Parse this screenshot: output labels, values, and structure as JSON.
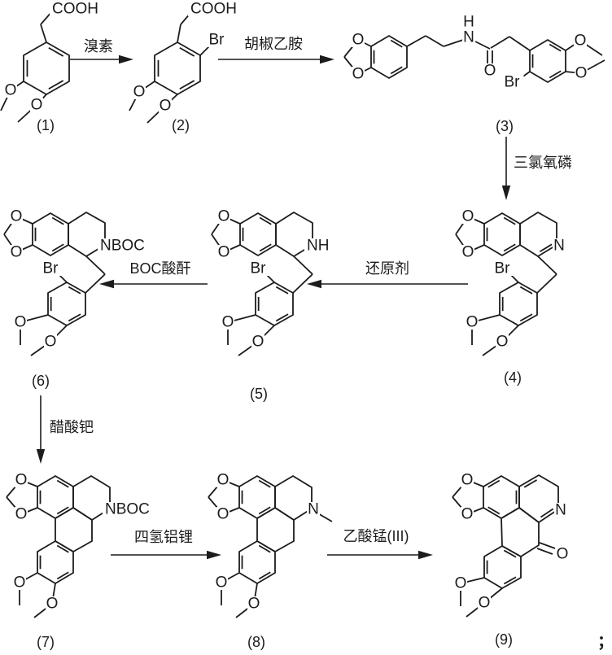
{
  "scheme": {
    "compounds": [
      {
        "id": "(1)",
        "atom_labels": [
          "COOH",
          "O",
          "O"
        ]
      },
      {
        "id": "(2)",
        "atom_labels": [
          "COOH",
          "Br",
          "O",
          "O"
        ]
      },
      {
        "id": "(3)",
        "atom_labels": [
          "O",
          "O",
          "H",
          "N",
          "O",
          "Br",
          "O",
          "O"
        ]
      },
      {
        "id": "(4)",
        "atom_labels": [
          "O",
          "O",
          "N",
          "Br",
          "O",
          "O"
        ]
      },
      {
        "id": "(5)",
        "atom_labels": [
          "O",
          "O",
          "NH",
          "Br",
          "O",
          "O"
        ]
      },
      {
        "id": "(6)",
        "atom_labels": [
          "O",
          "O",
          "NBOC",
          "Br",
          "O",
          "O"
        ]
      },
      {
        "id": "(7)",
        "atom_labels": [
          "O",
          "O",
          "NBOC",
          "O",
          "O"
        ]
      },
      {
        "id": "(8)",
        "atom_labels": [
          "O",
          "O",
          "N",
          "O",
          "O"
        ]
      },
      {
        "id": "(9)",
        "atom_labels": [
          "O",
          "O",
          "N",
          "O",
          "O",
          "O"
        ]
      }
    ],
    "reagents": [
      "溴素",
      "胡椒乙胺",
      "三氯氧磷",
      "还原剂",
      "BOC酸酐",
      "醋酸钯",
      "四氢铝锂",
      "乙酸锰(III)"
    ],
    "trailing_punctuation": "；",
    "colors": {
      "ink": "#1c1c1c",
      "background": "#ffffff"
    }
  }
}
